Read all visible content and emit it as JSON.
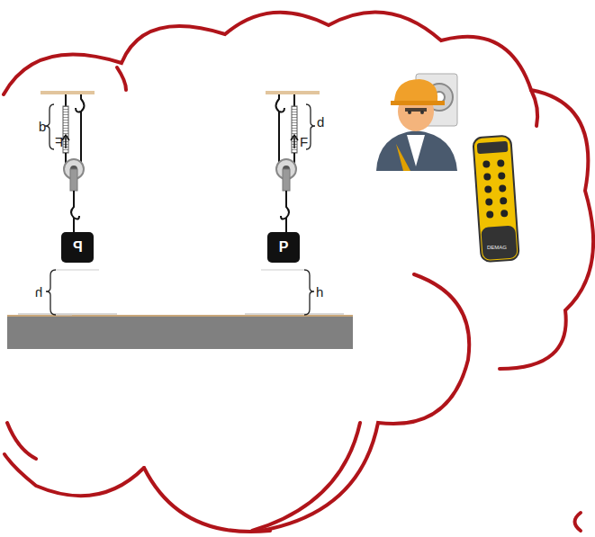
{
  "diagram": {
    "nodes": [
      {
        "text": [
          "P"
        ]
      },
      {
        "text": [
          "P"
        ]
      }
    ],
    "labels": [
      "d",
      "F",
      "h",
      "d",
      "F",
      "h",
      "DEMAG"
    ]
  }
}
